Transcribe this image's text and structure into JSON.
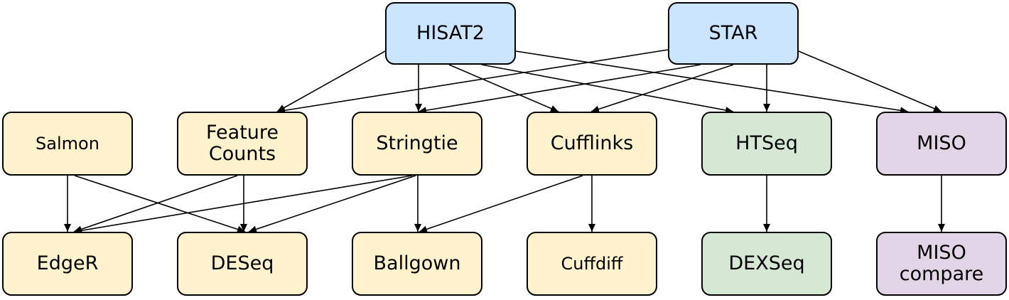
{
  "colors": {
    "aligner": "#cce5ff",
    "quant": "#fff2cc",
    "exon": "#d5e8d4",
    "splice": "#e1d5e7",
    "edge": "#000000"
  },
  "nodes": [
    {
      "id": "hisat2",
      "label": "HISAT2",
      "group": "aligner"
    },
    {
      "id": "star",
      "label": "STAR",
      "group": "aligner"
    },
    {
      "id": "salmon",
      "label": "Salmon",
      "group": "quant"
    },
    {
      "id": "featurecounts",
      "label": "Feature\nCounts",
      "group": "quant"
    },
    {
      "id": "stringtie",
      "label": "Stringtie",
      "group": "quant"
    },
    {
      "id": "cufflinks",
      "label": "Cufflinks",
      "group": "quant"
    },
    {
      "id": "htseq",
      "label": "HTSeq",
      "group": "exon"
    },
    {
      "id": "miso",
      "label": "MISO",
      "group": "splice"
    },
    {
      "id": "edger",
      "label": "EdgeR",
      "group": "quant"
    },
    {
      "id": "deseq",
      "label": "DESeq",
      "group": "quant"
    },
    {
      "id": "ballgown",
      "label": "Ballgown",
      "group": "quant"
    },
    {
      "id": "cuffdiff",
      "label": "Cuffdiff",
      "group": "quant"
    },
    {
      "id": "dexseq",
      "label": "DEXSeq",
      "group": "exon"
    },
    {
      "id": "misocompare",
      "label": "MISO\ncompare",
      "group": "splice"
    }
  ],
  "edges": [
    {
      "from": "hisat2",
      "to": "featurecounts"
    },
    {
      "from": "hisat2",
      "to": "stringtie"
    },
    {
      "from": "hisat2",
      "to": "cufflinks"
    },
    {
      "from": "hisat2",
      "to": "htseq"
    },
    {
      "from": "hisat2",
      "to": "miso"
    },
    {
      "from": "star",
      "to": "featurecounts"
    },
    {
      "from": "star",
      "to": "stringtie"
    },
    {
      "from": "star",
      "to": "cufflinks"
    },
    {
      "from": "star",
      "to": "htseq"
    },
    {
      "from": "star",
      "to": "miso"
    },
    {
      "from": "salmon",
      "to": "edger"
    },
    {
      "from": "salmon",
      "to": "deseq"
    },
    {
      "from": "featurecounts",
      "to": "edger"
    },
    {
      "from": "featurecounts",
      "to": "deseq"
    },
    {
      "from": "stringtie",
      "to": "edger"
    },
    {
      "from": "stringtie",
      "to": "deseq"
    },
    {
      "from": "stringtie",
      "to": "ballgown"
    },
    {
      "from": "cufflinks",
      "to": "ballgown"
    },
    {
      "from": "cufflinks",
      "to": "cuffdiff"
    },
    {
      "from": "htseq",
      "to": "dexseq"
    },
    {
      "from": "miso",
      "to": "misocompare"
    }
  ]
}
